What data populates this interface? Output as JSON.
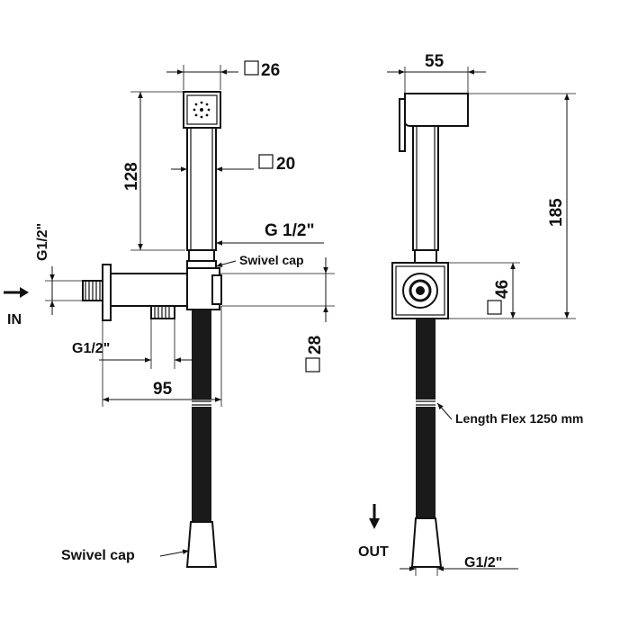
{
  "labels": {
    "width_top": "26",
    "height_upper": "128",
    "tube_section": "20",
    "thread_upper": "G 1/2\"",
    "swivel_cap_upper": "Swivel cap",
    "thread_left": "G1/2\"",
    "in": "IN",
    "thread_lower_left": "G1/2\"",
    "depth": "95",
    "bracket_section": "28",
    "swivel_cap_lower": "Swivel cap",
    "width_side": "55",
    "height_total": "185",
    "block_section": "46",
    "flex_length": "Length Flex 1250 mm",
    "out": "OUT",
    "thread_out": "G1/2\""
  },
  "colors": {
    "line": "#111111",
    "hose": "#1a1a1a",
    "background": "#ffffff"
  },
  "icons": [
    "square-section-icon",
    "arrow-right-icon",
    "arrow-down-icon"
  ]
}
